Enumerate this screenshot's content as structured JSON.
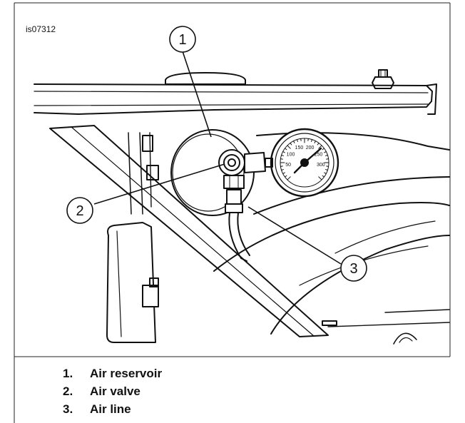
{
  "figure": {
    "id": "is07312",
    "callouts": [
      {
        "number": "1"
      },
      {
        "number": "2"
      },
      {
        "number": "3"
      }
    ]
  },
  "legend": [
    {
      "num": "1.",
      "label": "Air reservoir"
    },
    {
      "num": "2.",
      "label": "Air valve"
    },
    {
      "num": "3.",
      "label": "Air line"
    }
  ],
  "gauge": {
    "scale_labels": [
      "50",
      "100",
      "150",
      "200",
      "250",
      "300"
    ]
  }
}
